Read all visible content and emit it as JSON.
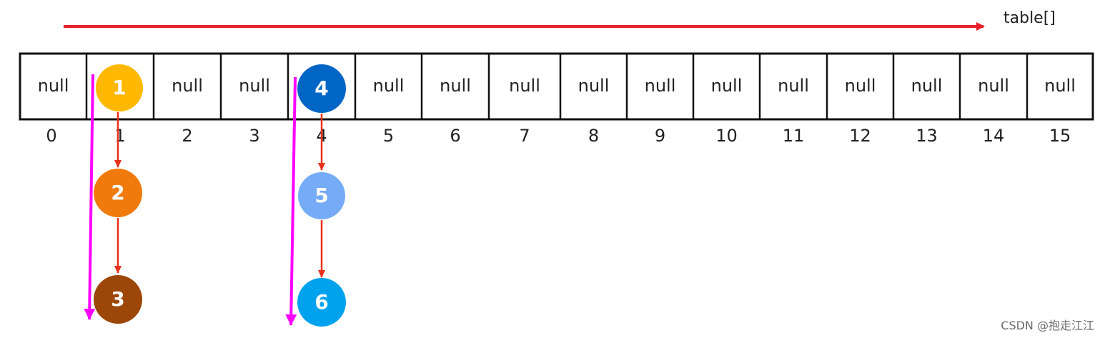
{
  "title": "table[]",
  "table": {
    "cells": [
      "null",
      "",
      "null",
      "null",
      "",
      "null",
      "null",
      "null",
      "null",
      "null",
      "null",
      "null",
      "null",
      "null",
      "null",
      "null"
    ],
    "indices": [
      "0",
      "1",
      "2",
      "3",
      "4",
      "5",
      "6",
      "7",
      "8",
      "9",
      "10",
      "11",
      "12",
      "13",
      "14",
      "15"
    ]
  },
  "nodes": [
    {
      "id": "1",
      "label": "1",
      "color": "#FFB800"
    },
    {
      "id": "2",
      "label": "2",
      "color": "#F07A0C"
    },
    {
      "id": "3",
      "label": "3",
      "color": "#9C4608"
    },
    {
      "id": "4",
      "label": "4",
      "color": "#0066C6"
    },
    {
      "id": "5",
      "label": "5",
      "color": "#76ABF7"
    },
    {
      "id": "6",
      "label": "6",
      "color": "#00A2EE"
    }
  ],
  "colors": {
    "table_arrow": "#E8202A",
    "chain_arrow": "#E8301A",
    "bucket_arrow": "#FF00FF",
    "grid": "#111111"
  },
  "watermark": "CSDN @抱走江江"
}
